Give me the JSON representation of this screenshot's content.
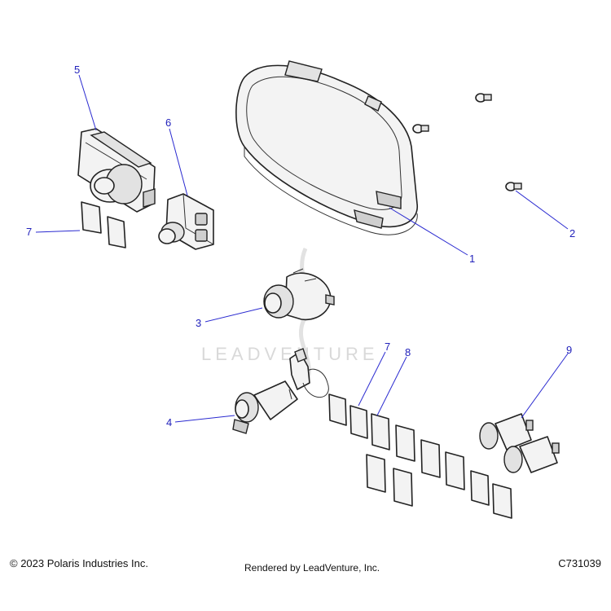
{
  "watermark": "LEADVENTURE",
  "callouts": {
    "c1": "1",
    "c2": "2",
    "c3": "3",
    "c4": "4",
    "c5": "5",
    "c6": "6",
    "c7a": "7",
    "c7b": "7",
    "c8": "8",
    "c9": "9"
  },
  "footer": {
    "copyright": "© 2023 Polaris Industries Inc.",
    "rendered": "Rendered by LeadVenture, Inc.",
    "code": "C731039"
  },
  "colors": {
    "callout": "#2222bb",
    "leader": "#2a2ad0",
    "linework": "#222222"
  }
}
